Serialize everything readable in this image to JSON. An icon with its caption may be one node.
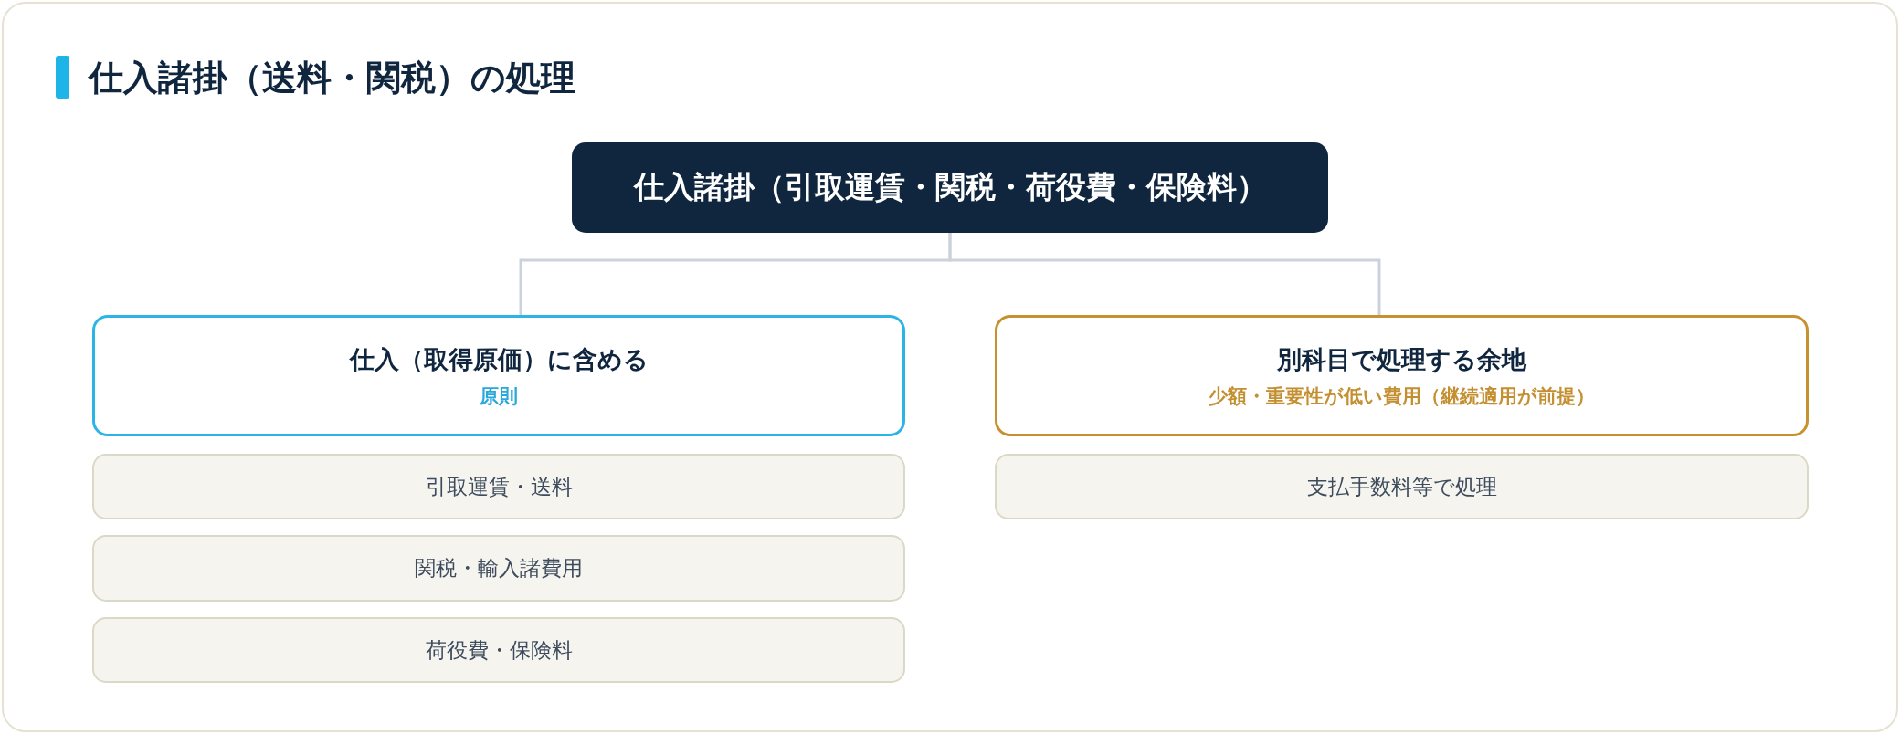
{
  "diagram": {
    "title": "仕入諸掛（送料・関税）の処理",
    "nodes": [
      {
        "text": [
          "仕入諸掛（引取運賃・関税・荷役費・保険料）"
        ]
      },
      {
        "text": [
          "仕入（取得原価）に含める",
          "原則"
        ]
      },
      {
        "text": [
          "引取運賃・送料"
        ]
      },
      {
        "text": [
          "関税・輸入諸費用"
        ]
      },
      {
        "text": [
          "荷役費・保険料"
        ]
      },
      {
        "text": [
          "別科目で処理する余地",
          "少額・重要性が低い費用（継続適用が前提）"
        ]
      },
      {
        "text": [
          "支払手数料等で処理"
        ]
      }
    ],
    "edges": [
      {
        "from": 0,
        "to": 1,
        "arrow": "none"
      },
      {
        "from": 0,
        "to": 5,
        "arrow": "none"
      }
    ]
  }
}
